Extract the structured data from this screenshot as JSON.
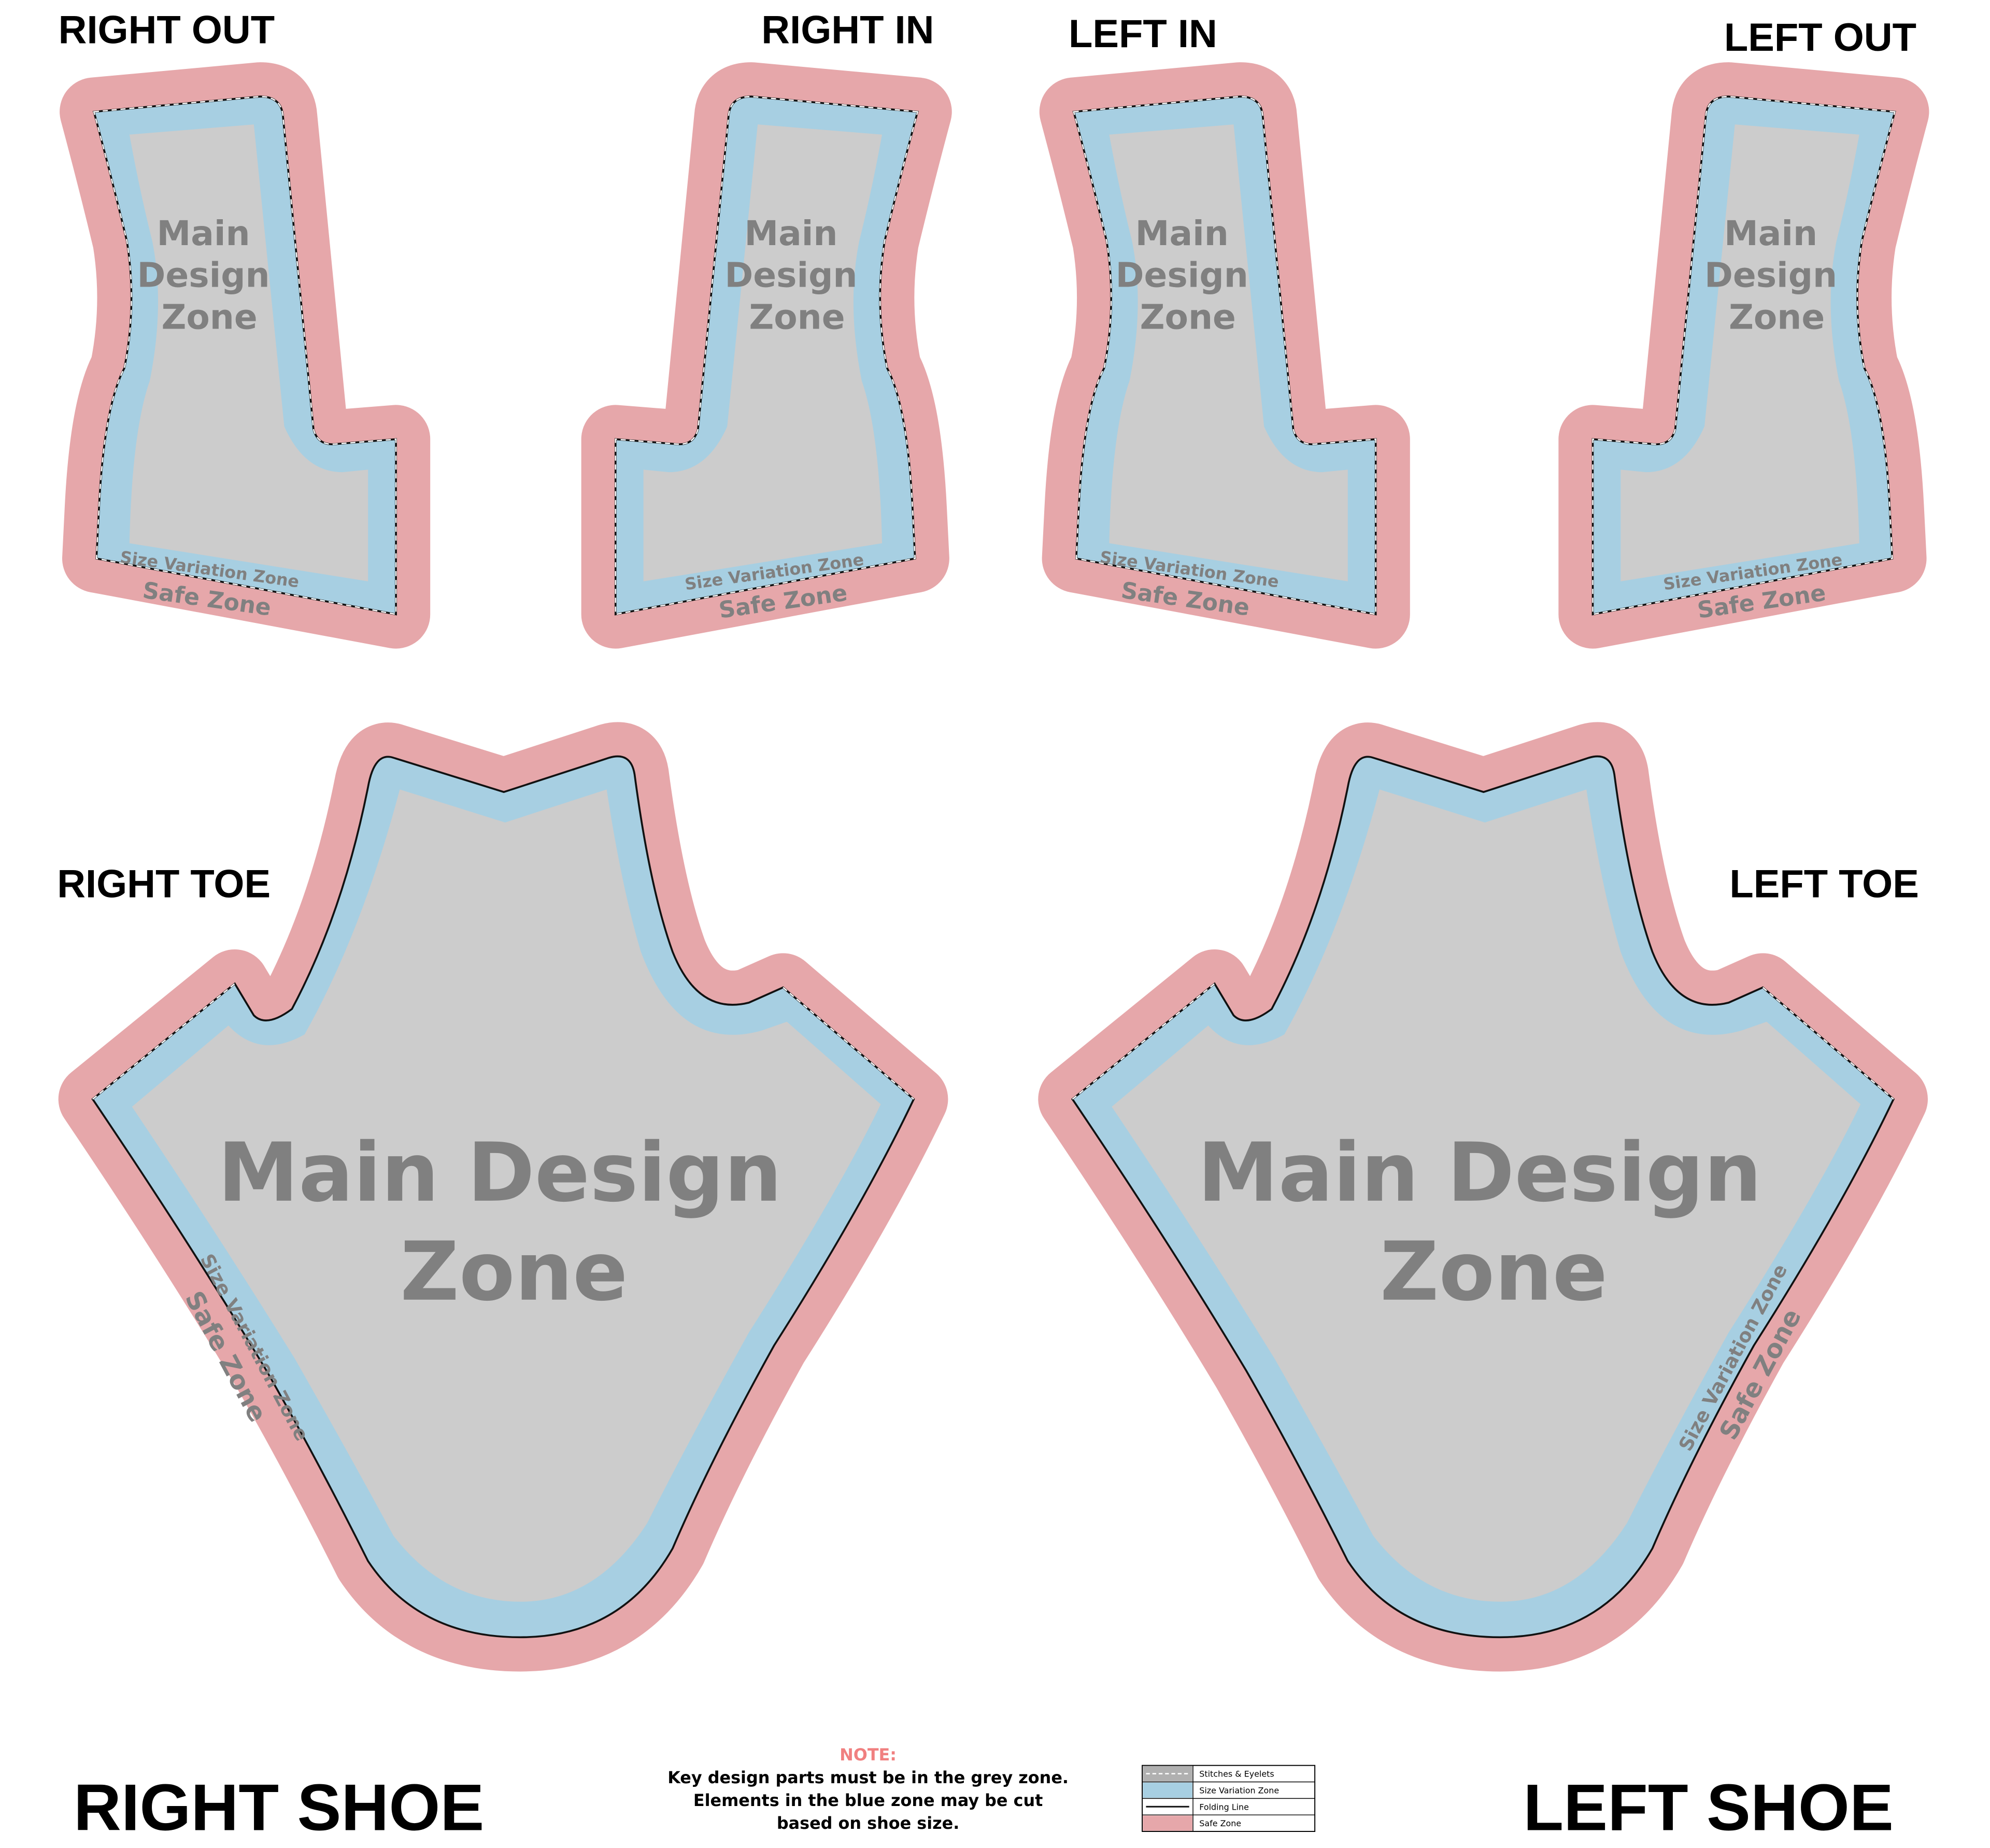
{
  "colors": {
    "safe": "#e6a7aa",
    "size_variation": "#a7cfe2",
    "main": "#cccccc",
    "zone_text": "#808080",
    "fold_line": "#111111",
    "stitch_line": "#ffffff",
    "heading": "#000000",
    "note_label": "#f08080"
  },
  "pieces": {
    "right_out": {
      "label": "RIGHT OUT",
      "main_zone": [
        "Main",
        "Design",
        "Zone"
      ],
      "size_variation_zone": "Size Variation Zone",
      "safe_zone": "Safe Zone"
    },
    "right_in": {
      "label": "RIGHT IN",
      "main_zone": [
        "Main",
        "Design",
        "Zone"
      ],
      "size_variation_zone": "Size Variation Zone",
      "safe_zone": "Safe Zone"
    },
    "left_in": {
      "label": "LEFT IN",
      "main_zone": [
        "Main",
        "Design",
        "Zone"
      ],
      "size_variation_zone": "Size Variation Zone",
      "safe_zone": "Safe Zone"
    },
    "left_out": {
      "label": "LEFT OUT",
      "main_zone": [
        "Main",
        "Design",
        "Zone"
      ],
      "size_variation_zone": "Size Variation Zone",
      "safe_zone": "Safe Zone"
    },
    "right_toe": {
      "label": "RIGHT TOE",
      "main_zone": [
        "Main Design",
        "Zone"
      ],
      "size_variation_zone": "Size Variation Zone",
      "safe_zone": "Safe Zone"
    },
    "left_toe": {
      "label": "LEFT TOE",
      "main_zone": [
        "Main Design",
        "Zone"
      ],
      "size_variation_zone": "Size Variation Zone",
      "safe_zone": "Safe Zone"
    }
  },
  "footer": {
    "right_shoe": "RIGHT SHOE",
    "left_shoe": "LEFT SHOE",
    "note_label": "NOTE:",
    "note_lines": [
      "Key design parts must be in the grey zone.",
      "Elements in the blue zone may be cut",
      "based on shoe size."
    ]
  },
  "legend": [
    {
      "label": "Stitches & Eyelets",
      "swatch": "stitch"
    },
    {
      "label": "Size Variation Zone",
      "swatch": "size"
    },
    {
      "label": "Folding Line",
      "swatch": "fold"
    },
    {
      "label": "Safe Zone",
      "swatch": "safe"
    }
  ]
}
